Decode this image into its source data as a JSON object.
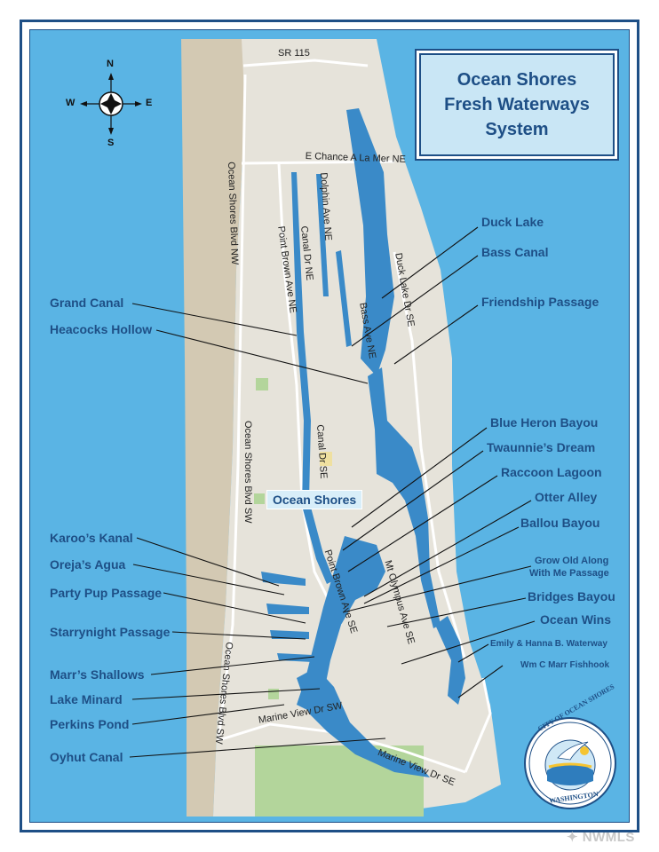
{
  "title": {
    "line1": "Ocean Shores",
    "line2": "Fresh Waterways",
    "line3": "System"
  },
  "town_label": "Ocean Shores",
  "compass": {
    "north": "N",
    "south": "S",
    "east": "E",
    "west": "W"
  },
  "roads": {
    "sr115": "SR 115",
    "chance": "E Chance A La Mer NE",
    "ocean_shores_nw": "Ocean Shores Blvd NW",
    "ocean_shores_sw": "Ocean Shores Blvd SW",
    "point_brown_ne": "Point Brown Ave NE",
    "point_brown_se": "Point Brown Ave SE",
    "canal_ne": "Canal Dr NE",
    "canal_se": "Canal Dr SE",
    "dolphin": "Dolphin Ave NE",
    "bass": "Bass Ave NE",
    "duck_lake_dr": "Duck Lake Dr SE",
    "mt_olympus": "Mt Olympus Ave SE",
    "marine_view_sw": "Marine View Dr SW",
    "marine_view_se": "Marine View Dr SE"
  },
  "waterways_left": [
    "Grand Canal",
    "Heacocks Hollow",
    "Karoo’s Kanal",
    "Oreja’s Agua",
    "Party Pup Passage",
    "Starrynight Passage",
    "Marr’s Shallows",
    "Lake Minard",
    "Perkins Pond",
    "Oyhut Canal"
  ],
  "waterways_right": [
    "Duck Lake",
    "Bass Canal",
    "Friendship Passage",
    "Blue Heron Bayou",
    "Twaunnie’s Dream",
    "Raccoon Lagoon",
    "Otter Alley",
    "Ballou Bayou",
    "Grow Old Along",
    "With Me Passage",
    "Bridges Bayou",
    "Ocean Wins",
    "Emily & Hanna B. Waterway",
    "Wm C Marr Fishhook"
  ],
  "seal": {
    "top": "CITY OF OCEAN SHORES",
    "bottom": "WASHINGTON"
  },
  "watermark": "NWMLS",
  "colors": {
    "ocean": "#5ab4e4",
    "land": "#e4e1d8",
    "beach": "#d2c8b2",
    "park": "#b3d59b",
    "water": "#3a8ac8",
    "label": "#1e4f86"
  }
}
